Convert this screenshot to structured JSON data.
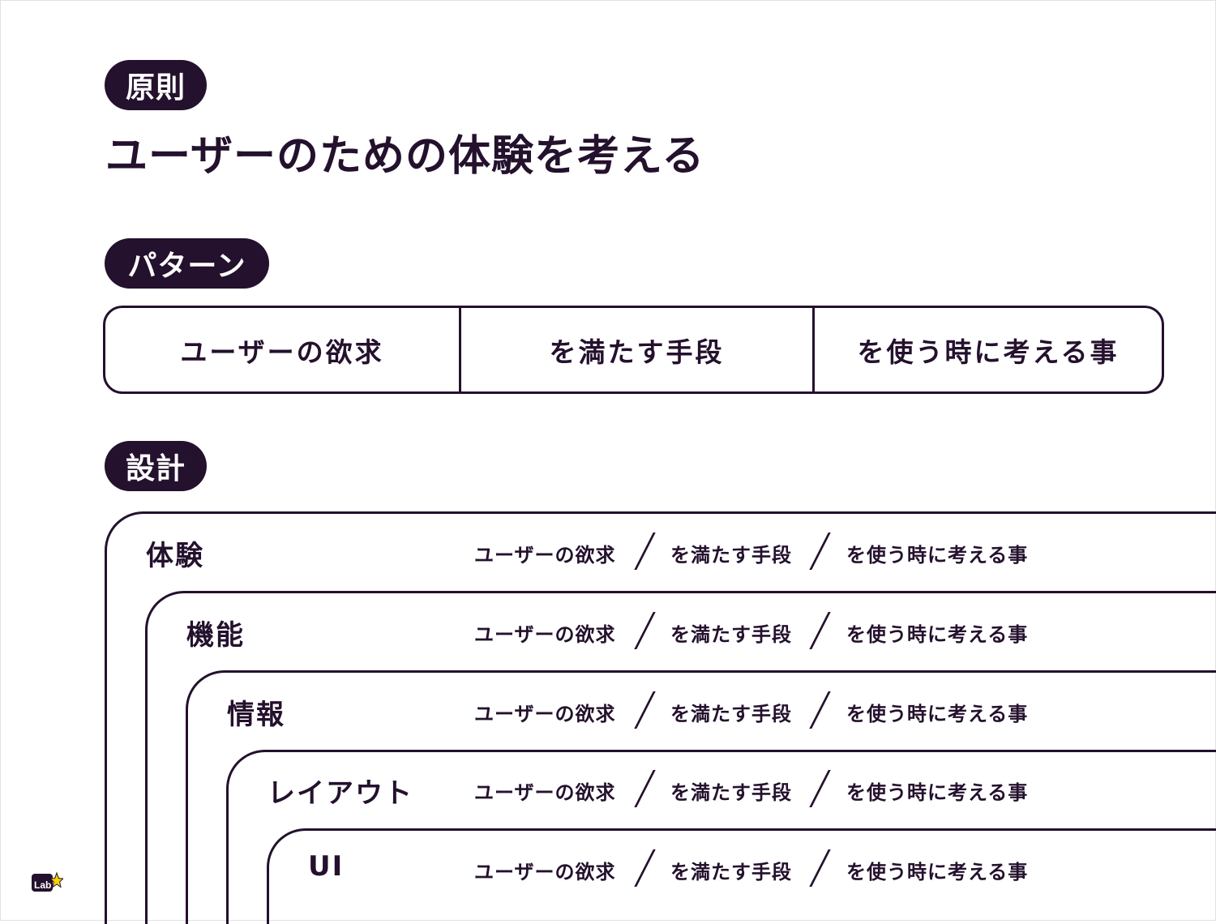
{
  "principle": {
    "badge": "原則",
    "title": "ユーザーのための体験を考える"
  },
  "pattern": {
    "badge": "パターン",
    "cells": [
      "ユーザーの欲求",
      "を満たす手段",
      "を使う時に考える事"
    ]
  },
  "design": {
    "badge": "設計",
    "layers": [
      {
        "label": "体験",
        "phrases": [
          "ユーザーの欲求",
          "を満たす手段",
          "を使う時に考える事"
        ]
      },
      {
        "label": "機能",
        "phrases": [
          "ユーザーの欲求",
          "を満たす手段",
          "を使う時に考える事"
        ]
      },
      {
        "label": "情報",
        "phrases": [
          "ユーザーの欲求",
          "を満たす手段",
          "を使う時に考える事"
        ]
      },
      {
        "label": "レイアウト",
        "phrases": [
          "ユーザーの欲求",
          "を満たす手段",
          "を使う時に考える事"
        ]
      },
      {
        "label": "UI",
        "phrases": [
          "ユーザーの欲求",
          "を満たす手段",
          "を使う時に考える事"
        ]
      }
    ]
  },
  "logo": {
    "icon": "lab-star-logo-icon",
    "text": "Lab"
  },
  "colors": {
    "ink": "#24112d",
    "background": "#ffffff",
    "logo_star": "#f5d400"
  }
}
